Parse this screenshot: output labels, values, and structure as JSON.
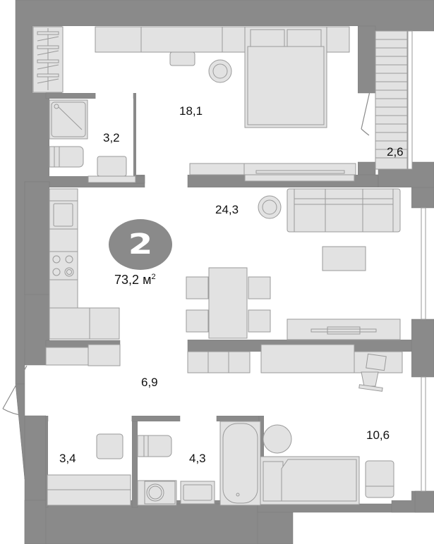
{
  "plan": {
    "rooms_count": "2",
    "total_area": "73,2",
    "total_area_unit": "м",
    "total_area_unit_sup": "2",
    "colors": {
      "wall": "#8a8a8a",
      "furniture_fill": "#e2e2e2",
      "furniture_stroke": "#9a9a9a",
      "floor": "#ffffff",
      "text": "#111111"
    }
  },
  "rooms": [
    {
      "id": "bedroom",
      "area": "18,1"
    },
    {
      "id": "bathroom-top",
      "area": "3,2"
    },
    {
      "id": "balcony",
      "area": "2,6"
    },
    {
      "id": "living-kitchen",
      "area": "24,3"
    },
    {
      "id": "hallway",
      "area": "6,9"
    },
    {
      "id": "wardrobe",
      "area": "3,4"
    },
    {
      "id": "bathroom-bottom",
      "area": "4,3"
    },
    {
      "id": "bedroom-2",
      "area": "10,6"
    }
  ]
}
